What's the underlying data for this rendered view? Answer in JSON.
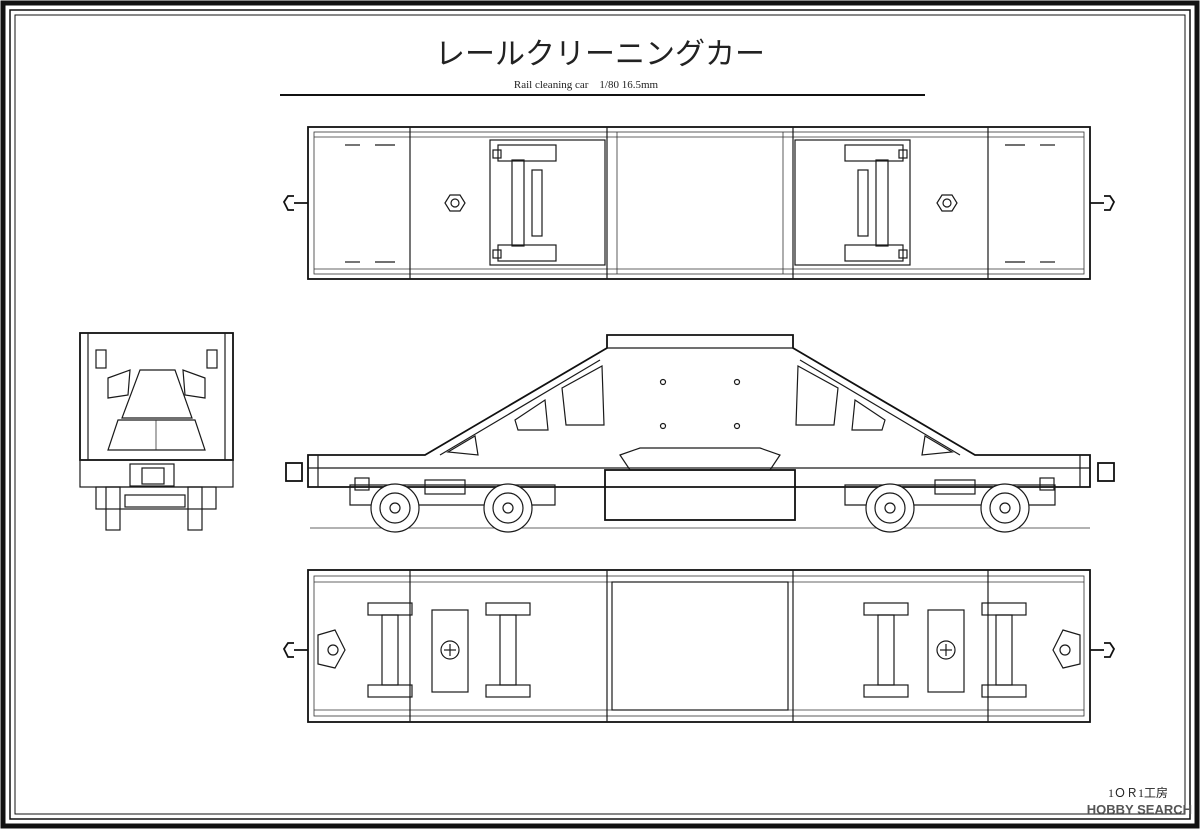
{
  "title": "レールクリーニングカー",
  "subtitle": "Rail cleaning car　1/80  16.5mm",
  "maker": "1ＯＲ1工房",
  "watermark": "HOBBY SEARCH",
  "views": [
    "top-view",
    "end-view",
    "side-view",
    "bottom-view"
  ]
}
